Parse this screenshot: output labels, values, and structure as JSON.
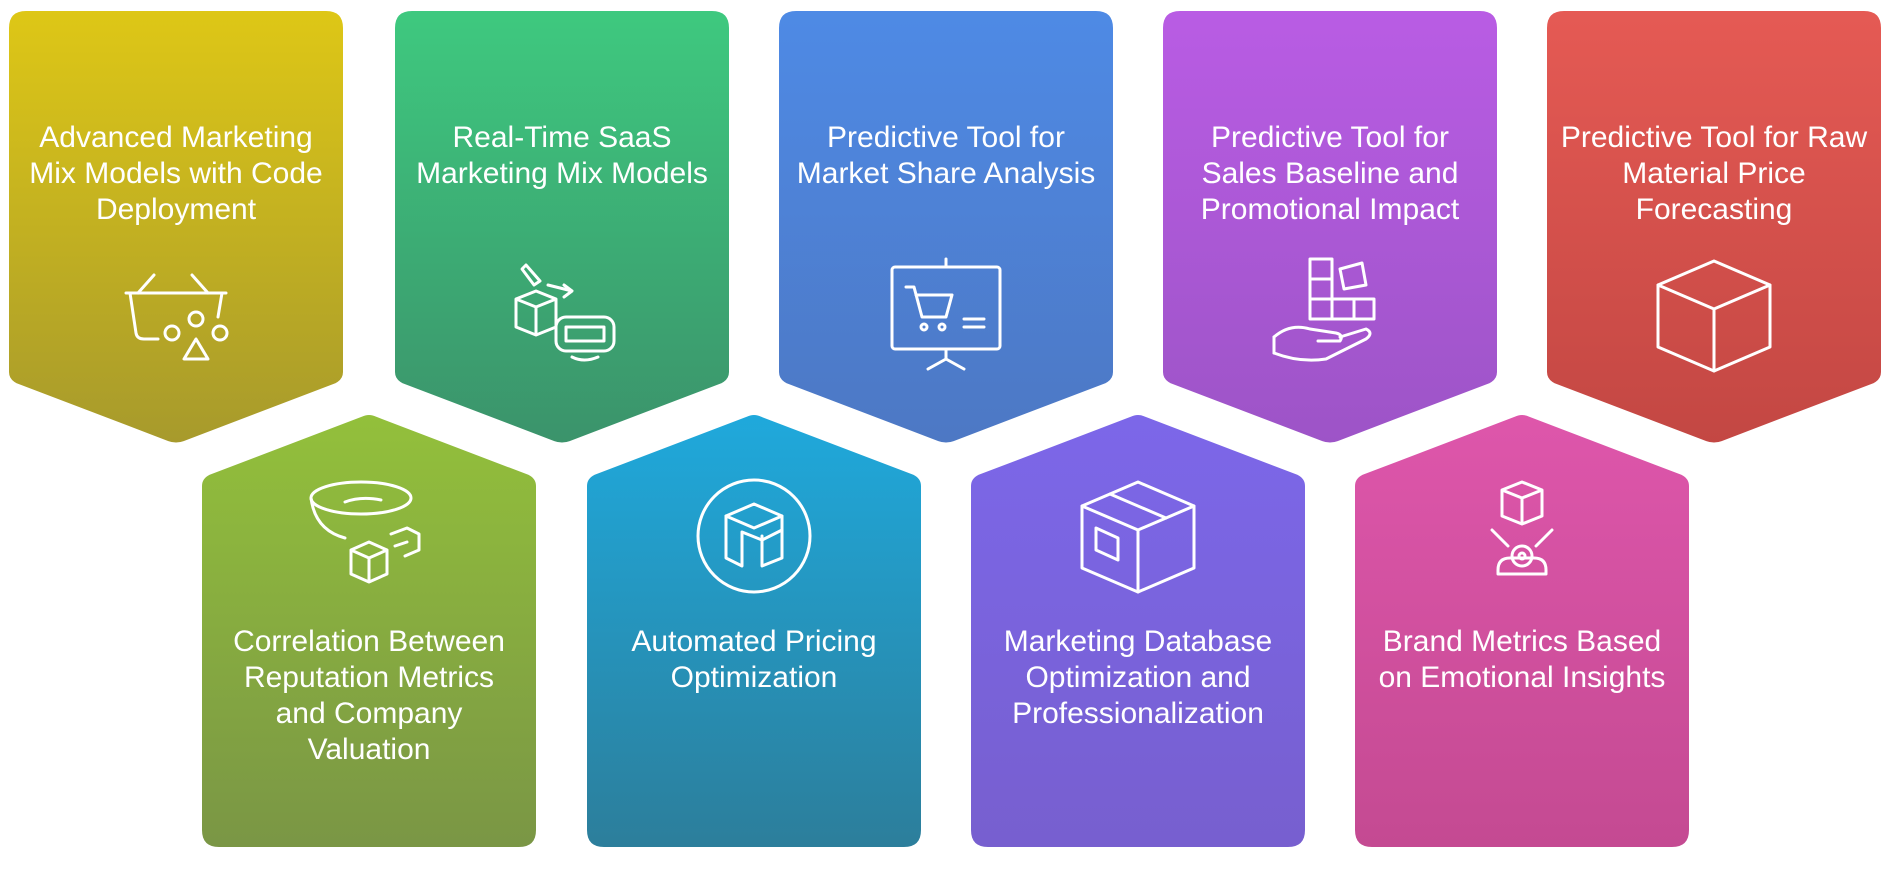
{
  "cards": [
    {
      "label": "Advanced Marketing Mix Models with Code Deployment",
      "icon": "shopping-basket-icon",
      "color_top": "#dec716",
      "color_bottom": "#a79a2c"
    },
    {
      "label": "Real-Time SaaS Marketing Mix Models",
      "icon": "vr-headset-box-icon",
      "color_top": "#3ec97f",
      "color_bottom": "#3b936b"
    },
    {
      "label": "Predictive Tool for Market Share Analysis",
      "icon": "presentation-cart-icon",
      "color_top": "#4e8ae5",
      "color_bottom": "#4d78c4"
    },
    {
      "label": "Predictive Tool for Sales Baseline and Promotional Impact",
      "icon": "hand-blocks-icon",
      "color_top": "#b95ce4",
      "color_bottom": "#9d54c7"
    },
    {
      "label": "Predictive Tool for Raw Material Price Forecasting",
      "icon": "cube-icon",
      "color_top": "#e55a54",
      "color_bottom": "#c34743"
    },
    {
      "label": "Correlation Between Reputation Metrics and Company Valuation",
      "icon": "bowl-cube-icon",
      "color_top": "#93c03b",
      "color_bottom": "#7a9645"
    },
    {
      "label": "Automated Pricing Optimization",
      "icon": "circle-cube-icon",
      "color_top": "#1fa9dc",
      "color_bottom": "#2c7e9b"
    },
    {
      "label": "Marketing Database Optimization and Professionalization",
      "icon": "package-box-icon",
      "color_top": "#7c67e9",
      "color_bottom": "#775fcf"
    },
    {
      "label": "Brand Metrics Based on Emotional Insights",
      "icon": "cube-sensor-icon",
      "color_top": "#de56ab",
      "color_bottom": "#c44a92"
    }
  ]
}
